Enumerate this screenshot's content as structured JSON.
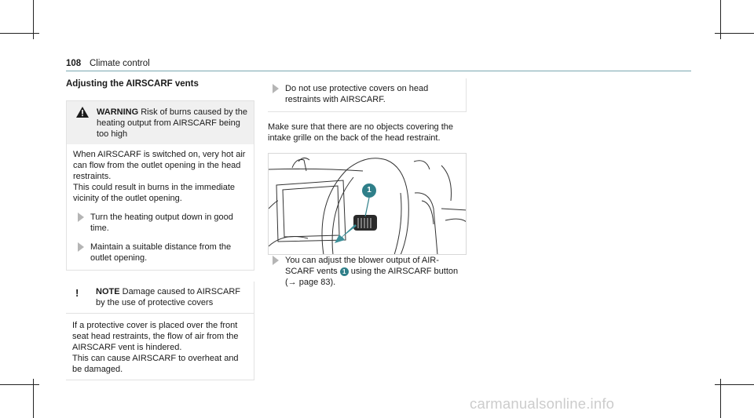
{
  "header": {
    "page_number": "108",
    "chapter": "Climate control"
  },
  "left": {
    "title": "Adjusting the AIRSCARF vents",
    "warning": {
      "label": "WARNING",
      "headline": "Risk of burns caused by the heating output from AIRSCARF being too high",
      "body1": "When AIRSCARF is switched on, very hot air can flow from the outlet opening in the head restraints.",
      "body2": "This could result in burns in the immediate vicinity of the outlet opening.",
      "step1": "Turn the heating output down in good time.",
      "step2": "Maintain a suitable distance from the outlet opening."
    },
    "note": {
      "symbol": "!",
      "label": "NOTE",
      "headline": "Damage caused to AIRSCARF by the use of protective covers",
      "body1": "If a protective cover is placed over the front seat head restraints, the flow of air from the AIRSCARF vent is hindered.",
      "body2": "This can cause AIRSCARF to overheat and be damaged."
    }
  },
  "middle": {
    "step1": "Do not use protective covers on head restraints with AIRSCARF.",
    "para": "Make sure that there are no objects covering the intake grille on the back of the head restraint.",
    "figure_callout": "1",
    "step2_before": "You can adjust the blower output of AIR-SCARF vents",
    "step2_badge": "1",
    "step2_after": "using the AIRSCARF button (→ page 83)."
  },
  "watermark": "carmanualsonline.info"
}
